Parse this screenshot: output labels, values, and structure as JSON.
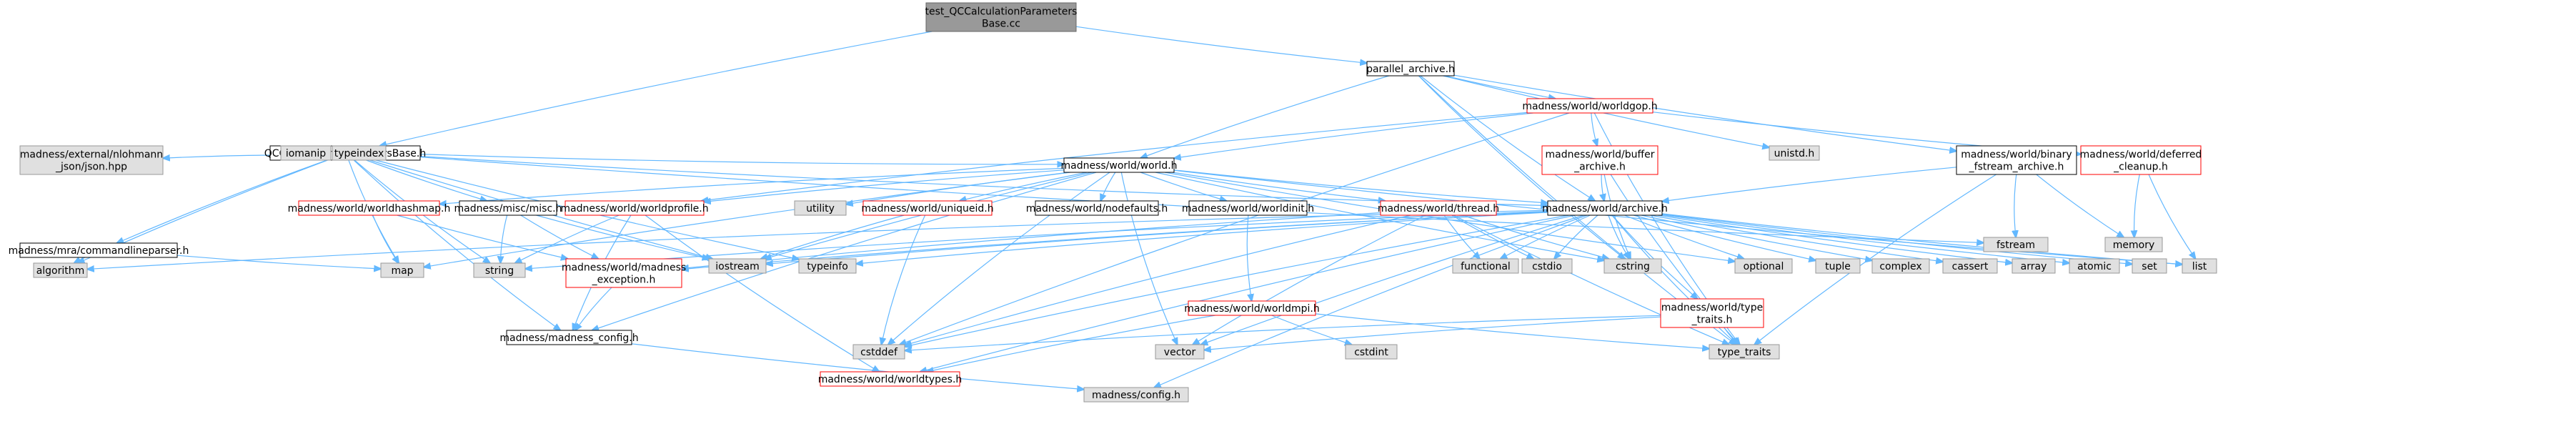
{
  "graph": {
    "colors": {
      "edge": "#63B8FF",
      "node_border": "#999999",
      "root_fill": "#999999",
      "root_border": "#666666",
      "default_fill": "#ffffff",
      "default_border": "#000000",
      "system_fill": "#e0e0e0",
      "system_border": "#999999",
      "incomplete_border": "#ff0000",
      "text": "#000000"
    },
    "nodes": [
      {
        "id": "n1",
        "lines": [
          "test_QCCalculationParameters",
          "Base.cc"
        ],
        "kind": "root"
      },
      {
        "id": "n2",
        "lines": [
          "QCCalculationParametersBase.h"
        ],
        "kind": "default"
      },
      {
        "id": "n3",
        "lines": [
          "parallel_archive.h"
        ],
        "kind": "default"
      },
      {
        "id": "n4",
        "lines": [
          "madness/world/worldgop.h"
        ],
        "kind": "incomplete"
      },
      {
        "id": "n5",
        "lines": [
          "unistd.h"
        ],
        "kind": "system"
      },
      {
        "id": "n6",
        "lines": [
          "madness/external/nlohmann",
          "_json/json.hpp"
        ],
        "kind": "system"
      },
      {
        "id": "n7",
        "lines": [
          "iomanip"
        ],
        "kind": "system"
      },
      {
        "id": "n8",
        "lines": [
          "typeindex"
        ],
        "kind": "system"
      },
      {
        "id": "n9",
        "lines": [
          "madness/world/world.h"
        ],
        "kind": "default"
      },
      {
        "id": "n10",
        "lines": [
          "madness/world/buffer",
          "_archive.h"
        ],
        "kind": "incomplete"
      },
      {
        "id": "n11",
        "lines": [
          "madness/world/binary",
          "_fstream_archive.h"
        ],
        "kind": "default"
      },
      {
        "id": "n12",
        "lines": [
          "madness/world/deferred",
          "_cleanup.h"
        ],
        "kind": "incomplete"
      },
      {
        "id": "n13",
        "lines": [
          "madness/mra/commandlineparser.h"
        ],
        "kind": "default"
      },
      {
        "id": "n14",
        "lines": [
          "madness/world/worldhashmap.h"
        ],
        "kind": "incomplete"
      },
      {
        "id": "n15",
        "lines": [
          "madness/misc/misc.h"
        ],
        "kind": "default"
      },
      {
        "id": "n16",
        "lines": [
          "madness/world/worldprofile.h"
        ],
        "kind": "incomplete"
      },
      {
        "id": "n17",
        "lines": [
          "utility"
        ],
        "kind": "system"
      },
      {
        "id": "n18",
        "lines": [
          "madness/world/uniqueid.h"
        ],
        "kind": "incomplete"
      },
      {
        "id": "n19",
        "lines": [
          "madness/world/nodefaults.h"
        ],
        "kind": "default"
      },
      {
        "id": "n20",
        "lines": [
          "madness/world/worldinit.h"
        ],
        "kind": "default"
      },
      {
        "id": "n21",
        "lines": [
          "madness/world/thread.h"
        ],
        "kind": "incomplete"
      },
      {
        "id": "n22",
        "lines": [
          "madness/world/archive.h"
        ],
        "kind": "default"
      },
      {
        "id": "n23",
        "lines": [
          "fstream"
        ],
        "kind": "system"
      },
      {
        "id": "n24",
        "lines": [
          "memory"
        ],
        "kind": "system"
      },
      {
        "id": "n25",
        "lines": [
          "algorithm"
        ],
        "kind": "system"
      },
      {
        "id": "n26",
        "lines": [
          "map"
        ],
        "kind": "system"
      },
      {
        "id": "n27",
        "lines": [
          "string"
        ],
        "kind": "system"
      },
      {
        "id": "n28",
        "lines": [
          "madness/world/madness",
          "_exception.h"
        ],
        "kind": "incomplete"
      },
      {
        "id": "n29",
        "lines": [
          "iostream"
        ],
        "kind": "system"
      },
      {
        "id": "n30",
        "lines": [
          "typeinfo"
        ],
        "kind": "system"
      },
      {
        "id": "n31",
        "lines": [
          "madness/world/worldmpi.h"
        ],
        "kind": "incomplete"
      },
      {
        "id": "n32",
        "lines": [
          "functional"
        ],
        "kind": "system"
      },
      {
        "id": "n33",
        "lines": [
          "cstdio"
        ],
        "kind": "system"
      },
      {
        "id": "n34",
        "lines": [
          "cstring"
        ],
        "kind": "system"
      },
      {
        "id": "n35",
        "lines": [
          "optional"
        ],
        "kind": "system"
      },
      {
        "id": "n36",
        "lines": [
          "madness/world/type",
          "_traits.h"
        ],
        "kind": "incomplete"
      },
      {
        "id": "n37",
        "lines": [
          "tuple"
        ],
        "kind": "system"
      },
      {
        "id": "n38",
        "lines": [
          "complex"
        ],
        "kind": "system"
      },
      {
        "id": "n39",
        "lines": [
          "cassert"
        ],
        "kind": "system"
      },
      {
        "id": "n40",
        "lines": [
          "array"
        ],
        "kind": "system"
      },
      {
        "id": "n41",
        "lines": [
          "atomic"
        ],
        "kind": "system"
      },
      {
        "id": "n42",
        "lines": [
          "set"
        ],
        "kind": "system"
      },
      {
        "id": "n43",
        "lines": [
          "list"
        ],
        "kind": "system"
      },
      {
        "id": "n44",
        "lines": [
          "madness/madness_config.h"
        ],
        "kind": "default"
      },
      {
        "id": "n45",
        "lines": [
          "cstddef"
        ],
        "kind": "system"
      },
      {
        "id": "n46",
        "lines": [
          "vector"
        ],
        "kind": "system"
      },
      {
        "id": "n47",
        "lines": [
          "cstdint"
        ],
        "kind": "system"
      },
      {
        "id": "n48",
        "lines": [
          "type_traits"
        ],
        "kind": "system"
      },
      {
        "id": "n49",
        "lines": [
          "madness/world/worldtypes.h"
        ],
        "kind": "incomplete"
      },
      {
        "id": "n50",
        "lines": [
          "madness/config.h"
        ],
        "kind": "system"
      }
    ],
    "edges": [
      [
        "n1",
        "n2"
      ],
      [
        "n1",
        "n3"
      ],
      [
        "n3",
        "n4"
      ],
      [
        "n3",
        "n5"
      ],
      [
        "n3",
        "n9"
      ],
      [
        "n3",
        "n11"
      ],
      [
        "n3",
        "n22"
      ],
      [
        "n3",
        "n34"
      ],
      [
        "n3",
        "n48"
      ],
      [
        "n2",
        "n6"
      ],
      [
        "n2",
        "n7"
      ],
      [
        "n2",
        "n8"
      ],
      [
        "n2",
        "n9"
      ],
      [
        "n2",
        "n13"
      ],
      [
        "n2",
        "n15"
      ],
      [
        "n2",
        "n25"
      ],
      [
        "n2",
        "n26"
      ],
      [
        "n2",
        "n27"
      ],
      [
        "n2",
        "n30"
      ],
      [
        "n2",
        "n44"
      ],
      [
        "n2",
        "n22"
      ],
      [
        "n2",
        "n23"
      ],
      [
        "n2",
        "n29"
      ],
      [
        "n4",
        "n9"
      ],
      [
        "n4",
        "n10"
      ],
      [
        "n4",
        "n12"
      ],
      [
        "n4",
        "n16"
      ],
      [
        "n4",
        "n45"
      ],
      [
        "n4",
        "n48"
      ],
      [
        "n9",
        "n14"
      ],
      [
        "n9",
        "n16"
      ],
      [
        "n9",
        "n17"
      ],
      [
        "n9",
        "n18"
      ],
      [
        "n9",
        "n19"
      ],
      [
        "n9",
        "n20"
      ],
      [
        "n9",
        "n21"
      ],
      [
        "n9",
        "n22"
      ],
      [
        "n9",
        "n26"
      ],
      [
        "n9",
        "n29"
      ],
      [
        "n9",
        "n43"
      ],
      [
        "n9",
        "n44"
      ],
      [
        "n9",
        "n45"
      ],
      [
        "n9",
        "n46"
      ],
      [
        "n9",
        "n35"
      ],
      [
        "n9",
        "n34"
      ],
      [
        "n10",
        "n22"
      ],
      [
        "n10",
        "n34"
      ],
      [
        "n10",
        "n48"
      ],
      [
        "n11",
        "n22"
      ],
      [
        "n11",
        "n23"
      ],
      [
        "n11",
        "n24"
      ],
      [
        "n11",
        "n48"
      ],
      [
        "n12",
        "n24"
      ],
      [
        "n12",
        "n43"
      ],
      [
        "n13",
        "n25"
      ],
      [
        "n13",
        "n26"
      ],
      [
        "n14",
        "n26"
      ],
      [
        "n14",
        "n28"
      ],
      [
        "n15",
        "n27"
      ],
      [
        "n15",
        "n28"
      ],
      [
        "n15",
        "n29"
      ],
      [
        "n16",
        "n44"
      ],
      [
        "n16",
        "n49"
      ],
      [
        "n16",
        "n27"
      ],
      [
        "n18",
        "n29"
      ],
      [
        "n18",
        "n45"
      ],
      [
        "n20",
        "n31"
      ],
      [
        "n21",
        "n32"
      ],
      [
        "n21",
        "n33"
      ],
      [
        "n21",
        "n34"
      ],
      [
        "n21",
        "n28"
      ],
      [
        "n21",
        "n45"
      ],
      [
        "n21",
        "n46"
      ],
      [
        "n21",
        "n48"
      ],
      [
        "n22",
        "n28"
      ],
      [
        "n22",
        "n29"
      ],
      [
        "n22",
        "n30"
      ],
      [
        "n22",
        "n32"
      ],
      [
        "n22",
        "n33"
      ],
      [
        "n22",
        "n34"
      ],
      [
        "n22",
        "n35"
      ],
      [
        "n22",
        "n36"
      ],
      [
        "n22",
        "n37"
      ],
      [
        "n22",
        "n38"
      ],
      [
        "n22",
        "n39"
      ],
      [
        "n22",
        "n40"
      ],
      [
        "n22",
        "n41"
      ],
      [
        "n22",
        "n42"
      ],
      [
        "n22",
        "n43"
      ],
      [
        "n22",
        "n45"
      ],
      [
        "n22",
        "n46"
      ],
      [
        "n22",
        "n48"
      ],
      [
        "n22",
        "n49"
      ],
      [
        "n22",
        "n50"
      ],
      [
        "n22",
        "n25"
      ],
      [
        "n22",
        "n27"
      ],
      [
        "n28",
        "n44"
      ],
      [
        "n31",
        "n47"
      ],
      [
        "n31",
        "n48"
      ],
      [
        "n31",
        "n49"
      ],
      [
        "n36",
        "n45"
      ],
      [
        "n36",
        "n46"
      ],
      [
        "n36",
        "n48"
      ],
      [
        "n44",
        "n50"
      ]
    ]
  }
}
